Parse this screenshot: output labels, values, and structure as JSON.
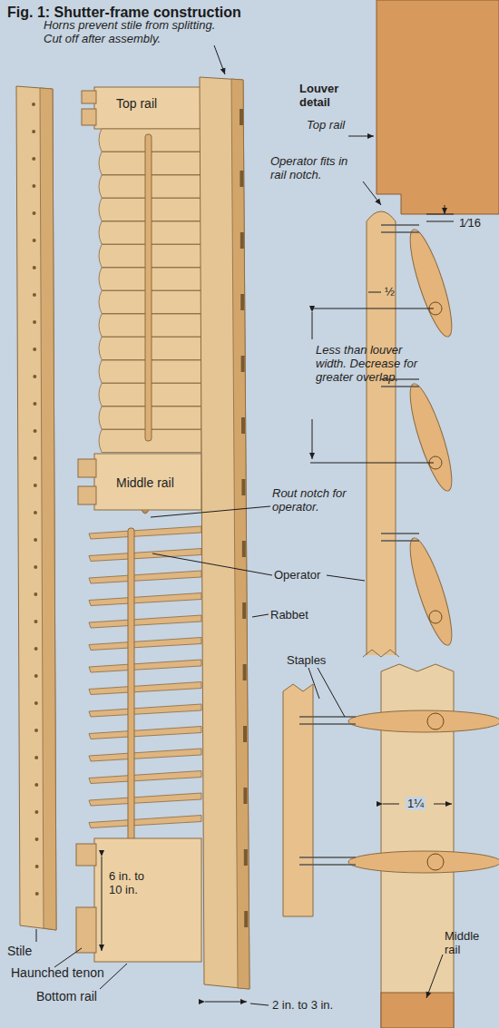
{
  "diagram": {
    "title": "Fig. 1: Shutter-frame construction",
    "labels": [
      "Horns prevent stile from splitting. Cut off after assembly.",
      "Top rail",
      "Louver detail",
      "Top rail",
      "Operator fits in rail notch.",
      "1⁄16",
      "½",
      "Less than louver width. Decrease for greater overlap.",
      "Middle rail",
      "Rout notch for operator.",
      "Operator",
      "Rabbet",
      "Staples",
      "1¼",
      "6 in. to 10 in.",
      "Middle rail",
      "Stile",
      "Haunched tenon",
      "Bottom rail",
      "2 in. to 3 in."
    ]
  }
}
